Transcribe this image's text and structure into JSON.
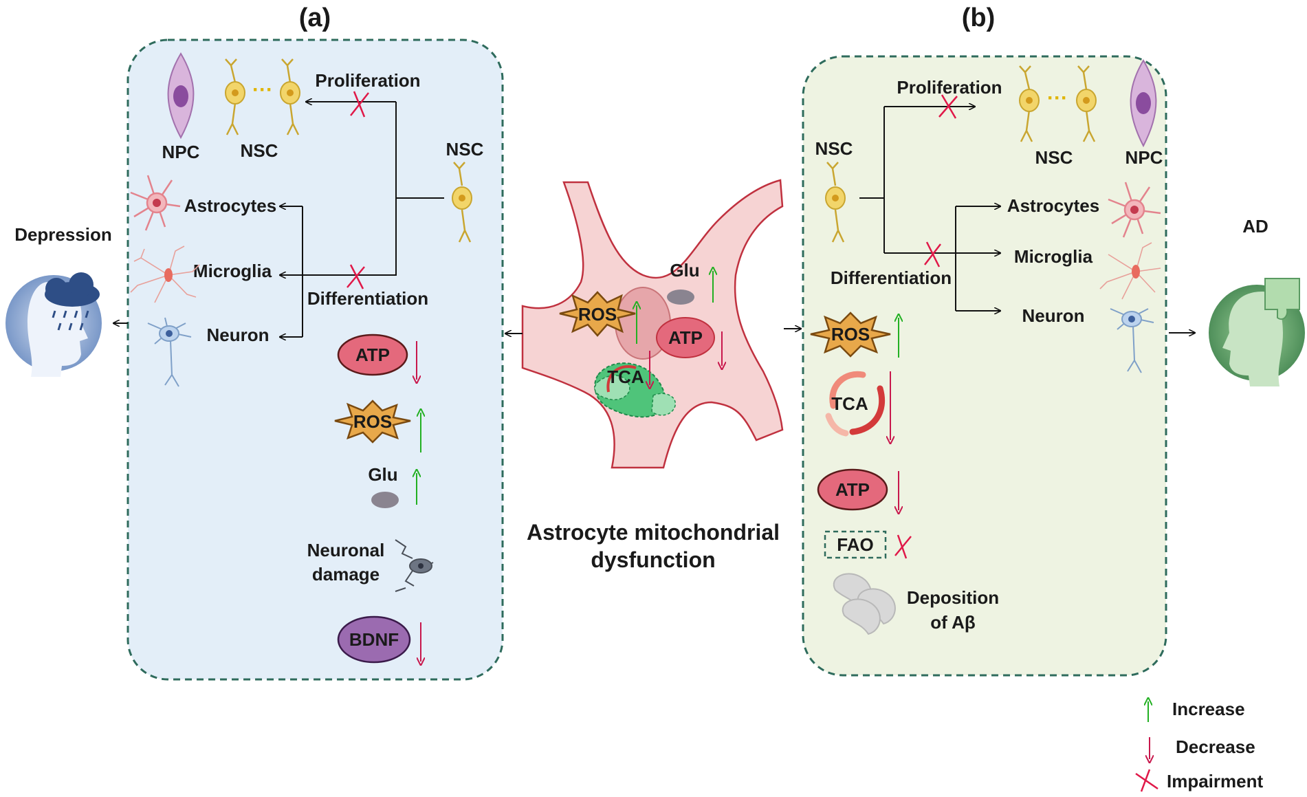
{
  "panel_a": {
    "title": "(a)",
    "npc": "NPC",
    "nsc_left": "NSC",
    "nsc_source": "NSC",
    "proliferation": "Proliferation",
    "differentiation": "Differentiation",
    "astrocytes": "Astrocytes",
    "microglia": "Microglia",
    "neuron": "Neuron",
    "atp": "ATP",
    "ros": "ROS",
    "glu": "Glu",
    "neuronal_damage_1": "Neuronal",
    "neuronal_damage_2": "damage",
    "bdnf": "BDNF",
    "dots": "···"
  },
  "panel_b": {
    "title": "(b)",
    "nsc_source": "NSC",
    "proliferation": "Proliferation",
    "nsc_right": "NSC",
    "npc": "NPC",
    "astrocytes": "Astrocytes",
    "microglia": "Microglia",
    "differentiation": "Differentiation",
    "neuron": "Neuron",
    "ros": "ROS",
    "tca": "TCA",
    "atp": "ATP",
    "fao": "FAO",
    "deposition_1": "Deposition",
    "deposition_2": "of Aβ",
    "dots": "···"
  },
  "center": {
    "glu": "Glu",
    "ros": "ROS",
    "atp": "ATP",
    "tca": "TCA",
    "caption_1": "Astrocyte mitochondrial",
    "caption_2": "dysfunction"
  },
  "outcomes": {
    "depression": "Depression",
    "ad": "AD"
  },
  "legend": {
    "increase": "Increase",
    "decrease": "Decrease",
    "impairment": "Impairment"
  },
  "colors": {
    "panel_a_bg": "#e3eef8",
    "panel_b_bg": "#eef3e2",
    "panel_border": "#2e6b5c",
    "increase_arrow": "#22b022",
    "decrease_arrow": "#c8174c",
    "impairment_mark": "#e01848",
    "atp_fill": "#e4697c",
    "ros_fill": "#e8a84a",
    "bdnf_fill": "#9b6bb0",
    "astrocyte_pink": "#f6d3d3"
  }
}
